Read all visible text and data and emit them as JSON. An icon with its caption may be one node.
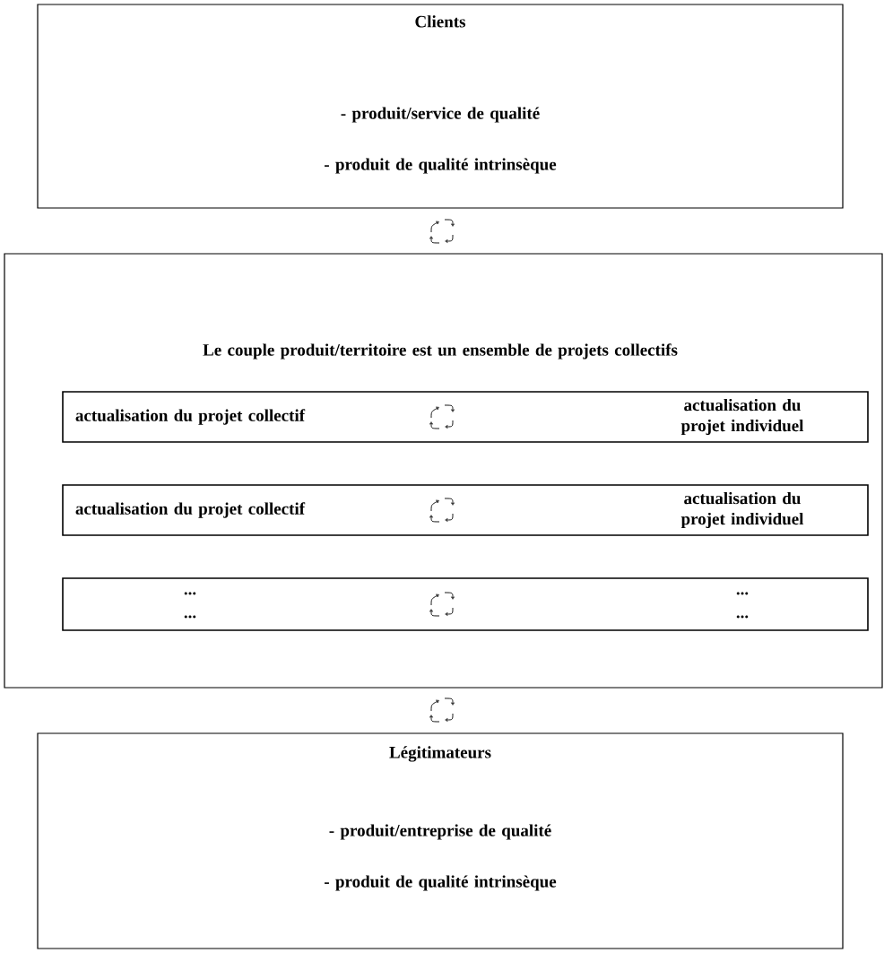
{
  "diagram": {
    "nodes": [
      {
        "text": [
          "Clients",
          "- produit/service de qualité",
          "- produit de qualité intrinsèque"
        ]
      },
      {
        "text": [
          "Le couple produit/territoire est un ensemble de projets collectifs"
        ]
      },
      {
        "text": [
          "actualisation du projet collectif",
          "actualisation du projet individuel"
        ],
        "in": 1
      },
      {
        "text": [
          "actualisation du projet collectif",
          "actualisation du projet individuel"
        ],
        "in": 1
      },
      {
        "text": [
          "...",
          "...",
          "...",
          "..."
        ],
        "in": 1
      },
      {
        "text": [
          "Légitimateurs",
          "- produit/entreprise de qualité",
          "- produit de qualité intrinsèque"
        ]
      }
    ]
  }
}
